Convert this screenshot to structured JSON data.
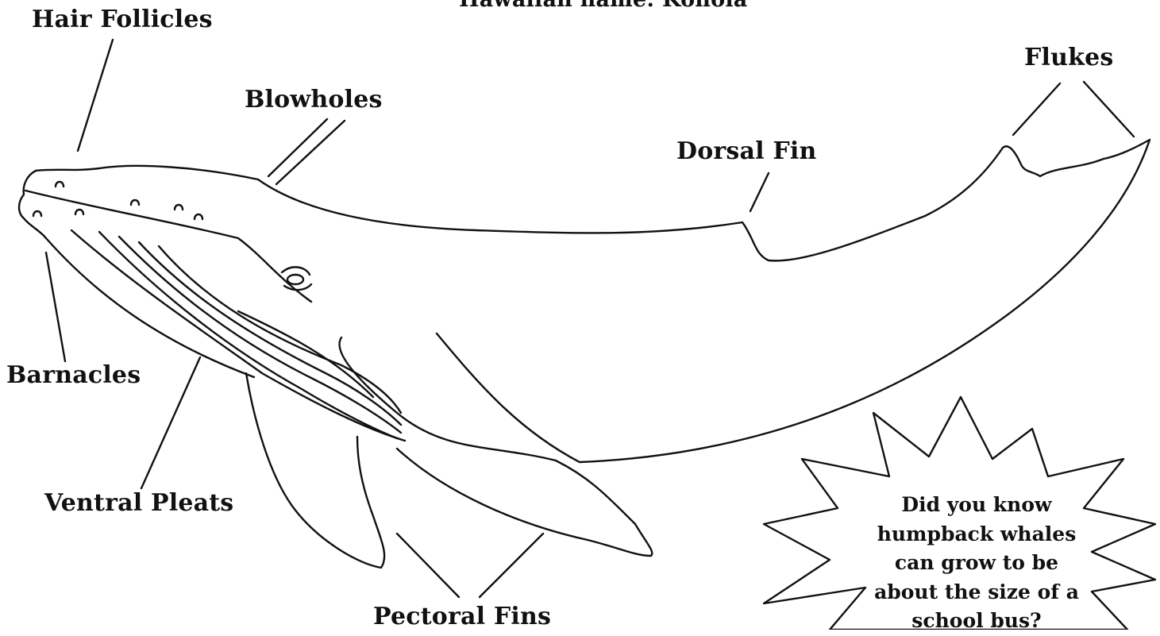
{
  "title": "Hawaiian name: Kohola",
  "labels": {
    "hair_follicles": "Hair Follicles",
    "blowholes": "Blowholes",
    "dorsal_fin": "Dorsal Fin",
    "flukes": "Flukes",
    "barnacles": "Barnacles",
    "ventral_pleats": "Ventral Pleats",
    "pectoral_fins": "Pectoral Fins"
  },
  "fact_bubble": {
    "lines": [
      "Did you know",
      "humpback whales",
      "can grow to be",
      "about the size of a",
      "school bus?"
    ]
  },
  "colors": {
    "ink": "#111111",
    "background": "#ffffff"
  }
}
